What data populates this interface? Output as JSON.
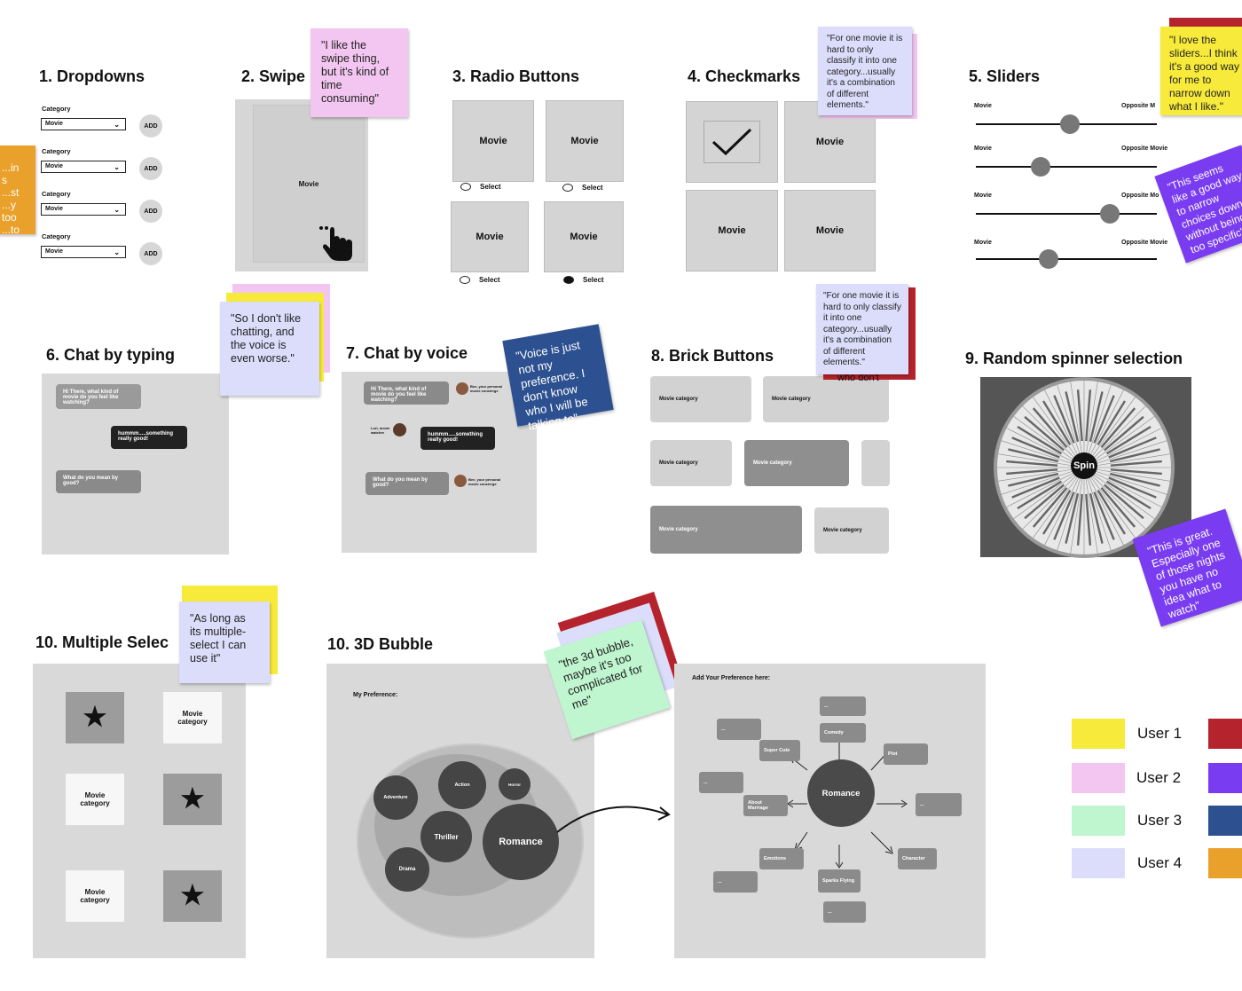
{
  "colors": {
    "yellow": "#f7ea3a",
    "pink": "#f2c6f0",
    "green": "#bff5cf",
    "lavender": "#dcddfb",
    "red": "#b5232c",
    "purple": "#7a3cf0",
    "navy": "#2d5190",
    "orange": "#eaa12b",
    "panel": "#d9d9d9"
  },
  "sections": {
    "dropdowns": {
      "title": "1. Dropdowns",
      "rows": [
        {
          "label": "Category",
          "value": "Movie",
          "button": "ADD"
        },
        {
          "label": "Category",
          "value": "Movie",
          "button": "ADD"
        },
        {
          "label": "Category",
          "value": "Movie",
          "button": "ADD"
        },
        {
          "label": "Category",
          "value": "Movie",
          "button": "ADD"
        }
      ]
    },
    "swipe": {
      "title": "2. Swipe",
      "card": "Movie"
    },
    "radio": {
      "title": "3. Radio Buttons",
      "options": [
        {
          "tile": "Movie",
          "label": "Select",
          "selected": false
        },
        {
          "tile": "Movie",
          "label": "Select",
          "selected": false
        },
        {
          "tile": "Movie",
          "label": "Select",
          "selected": false
        },
        {
          "tile": "Movie",
          "label": "Select",
          "selected": true
        }
      ]
    },
    "checkmarks": {
      "title": "4. Checkmarks",
      "tiles": [
        "",
        "Movie",
        "Movie",
        "Movie"
      ]
    },
    "sliders": {
      "title": "5. Sliders",
      "rows": [
        {
          "left": "Movie",
          "right": "Opposite M",
          "value": 0.52
        },
        {
          "left": "Movie",
          "right": "Opposite Movie",
          "value": 0.36
        },
        {
          "left": "Movie",
          "right": "Opposite Mo",
          "value": 0.74
        },
        {
          "left": "Movie",
          "right": "Opposite Movie",
          "value": 0.4
        }
      ]
    },
    "chat_typing": {
      "title": "6. Chat by typing",
      "messages": [
        "Hi There, what kind of movie do you feel like watching?",
        "hummm.....something really good!",
        "What do you mean by good?"
      ]
    },
    "chat_voice": {
      "title": "7. Chat by voice",
      "messages": [
        "Hi There, what kind of movie do you feel like watching?",
        "hummm.....something really good!",
        "What do you mean by good?"
      ],
      "caption_agent": "Bee, your personal movie concierge",
      "caption_user": "Lori, movie watcher"
    },
    "brick": {
      "title": "8. Brick Buttons",
      "label": "Movie category",
      "partial": "who don't"
    },
    "spinner": {
      "title": "9. Random spinner selection",
      "button": "Spin"
    },
    "multi": {
      "title": "10. Multiple Selec",
      "tile_label": "Movie category"
    },
    "bubble3d": {
      "title": "10. 3D Bubble",
      "left_heading": "My Preference:",
      "right_heading": "Add Your Preference here:",
      "bubbles": [
        "Adventure",
        "Action",
        "Horror",
        "Thriller",
        "Drama",
        "Romance"
      ],
      "center": "Romance",
      "nodes": [
        "...",
        "Comedy",
        "Plot",
        "Super Cute",
        "...",
        "About Marriage",
        "...",
        "Emotions",
        "Character",
        "Sparks Flying",
        "...",
        "..."
      ]
    }
  },
  "stickies": {
    "swipe": "\"I like the swipe thing, but it's kind of time consuming\"",
    "checkmarks": "\"For one movie it is hard to only classify it into one category...usually it's a combination of different elements.\"",
    "sliders_yellow": "\"I love the sliders...I think it's a good way for me to narrow down what I like.\"",
    "sliders_purple": "\"This seems like a good way to narrow choices down without being too specific\"",
    "orange": "...ins ...st ...y too ...too",
    "chat_typing": "\"So I don't like chatting, and the voice is even worse.\"",
    "chat_voice": "\"Voice is just not my preference. I don't know who I will be talking to\"",
    "brick": "\"For one movie it is hard to only classify it into one category...usually it's a combination of different elements.\"",
    "spinner": "\"This is great. Especially one of those nights you have no idea what to watch\"",
    "multi": "\"As long as its multiple-select I can use it\"",
    "bubble": "\"the 3d bubble, maybe it's too complicated for me\""
  },
  "legend": [
    {
      "label": "User 1",
      "color": "#f7ea3a"
    },
    {
      "label": "User 2",
      "color": "#f2c6f0"
    },
    {
      "label": "User 3",
      "color": "#bff5cf"
    },
    {
      "label": "User 4",
      "color": "#dcddfb"
    }
  ],
  "legend_right": [
    "#b5232c",
    "#7a3cf0",
    "#2d5190",
    "#eaa12b"
  ]
}
